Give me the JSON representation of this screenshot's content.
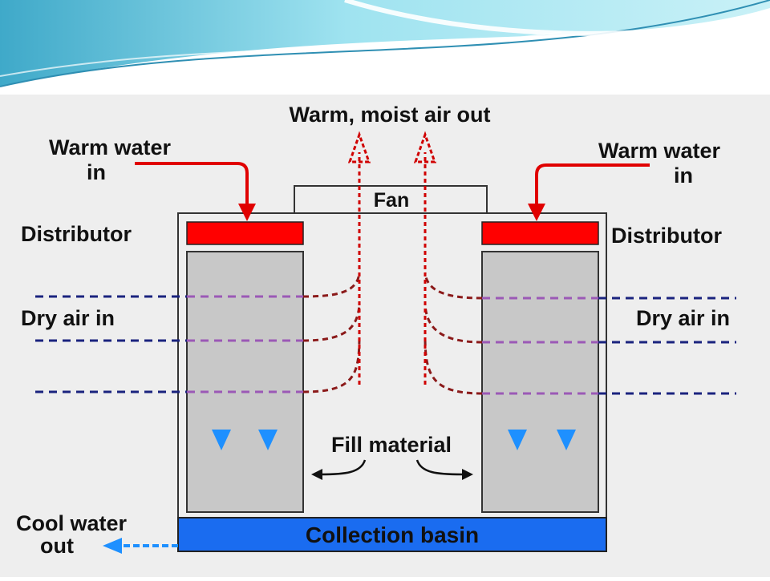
{
  "diagram": {
    "labels": {
      "warm_air_out": "Warm, moist air out",
      "warm_water_in_left_line1": "Warm water",
      "warm_water_in_left_line2": "in",
      "warm_water_in_right_line1": "Warm water",
      "warm_water_in_right_line2": "in",
      "distributor_left": "Distributor",
      "distributor_right": "Distributor",
      "dry_air_in_left": "Dry air in",
      "dry_air_in_right": "Dry air in",
      "fan": "Fan",
      "fill_material": "Fill material",
      "cool_water_out_line1": "Cool water",
      "cool_water_out_line2": "out",
      "collection_basin": "Collection basin"
    },
    "colors": {
      "distributor": "#ff0000",
      "basin": "#1a6cf0",
      "fill": "#c8c8c8",
      "warm_air": "#cc0000",
      "dry_air": "#1a237e",
      "exhaust_air": "#8b1a1a",
      "cool_water": "#1e90ff",
      "header_swoosh": "#7fd6e8"
    }
  }
}
